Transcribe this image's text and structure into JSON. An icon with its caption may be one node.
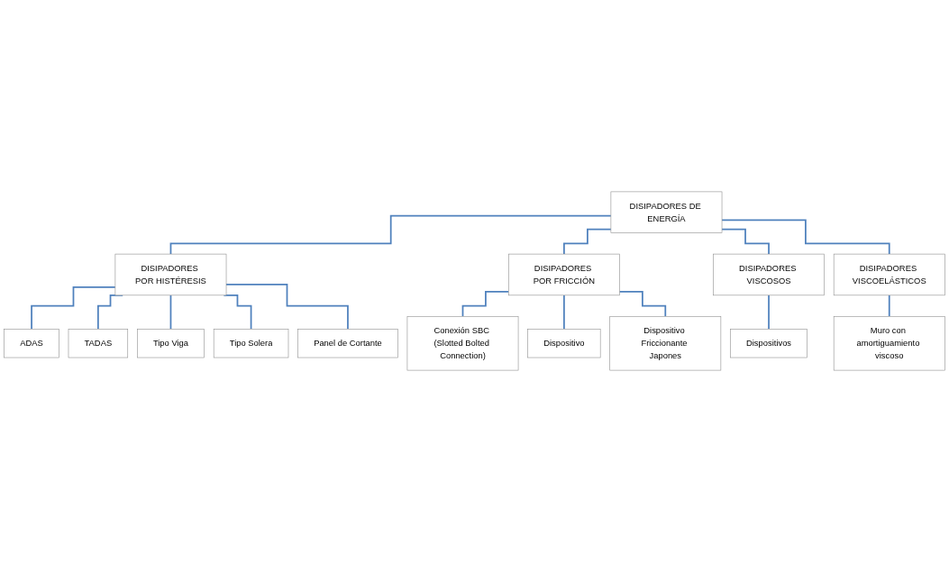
{
  "diagram": {
    "nodes": [
      {
        "text": [
          "DISIPADORES DE ENERGÍA"
        ]
      },
      {
        "text": [
          "DISIPADORES POR HISTÉRESIS"
        ]
      },
      {
        "text": [
          "DISIPADORES POR FRICCIÓN"
        ]
      },
      {
        "text": [
          "DISIPADORES VISCOSOS"
        ]
      },
      {
        "text": [
          "DISIPADORES VISCOELÁSTICOS"
        ]
      },
      {
        "text": [
          "ADAS"
        ]
      },
      {
        "text": [
          "TADAS"
        ]
      },
      {
        "text": [
          "Tipo Viga"
        ]
      },
      {
        "text": [
          "Tipo Solera"
        ]
      },
      {
        "text": [
          "Panel de Cortante"
        ]
      },
      {
        "text": [
          "Conexión SBC (Slotted Bolted Connection)"
        ]
      },
      {
        "text": [
          "Dispositivo"
        ]
      },
      {
        "text": [
          "Dispositivo Friccionante Japones"
        ]
      },
      {
        "text": [
          "Dispositivos"
        ]
      },
      {
        "text": [
          "Muro con amortiguamiento viscoso"
        ]
      }
    ],
    "edges": [
      {
        "from": 0,
        "to": 1,
        "arrow": "none"
      },
      {
        "from": 0,
        "to": 2,
        "arrow": "none"
      },
      {
        "from": 0,
        "to": 3,
        "arrow": "none"
      },
      {
        "from": 0,
        "to": 4,
        "arrow": "none"
      },
      {
        "from": 1,
        "to": 5,
        "arrow": "none"
      },
      {
        "from": 1,
        "to": 6,
        "arrow": "none"
      },
      {
        "from": 1,
        "to": 7,
        "arrow": "none"
      },
      {
        "from": 1,
        "to": 8,
        "arrow": "none"
      },
      {
        "from": 1,
        "to": 9,
        "arrow": "none"
      },
      {
        "from": 2,
        "to": 10,
        "arrow": "none"
      },
      {
        "from": 2,
        "to": 11,
        "arrow": "none"
      },
      {
        "from": 2,
        "to": 12,
        "arrow": "none"
      },
      {
        "from": 3,
        "to": 13,
        "arrow": "none"
      },
      {
        "from": 4,
        "to": 14,
        "arrow": "none"
      }
    ]
  }
}
